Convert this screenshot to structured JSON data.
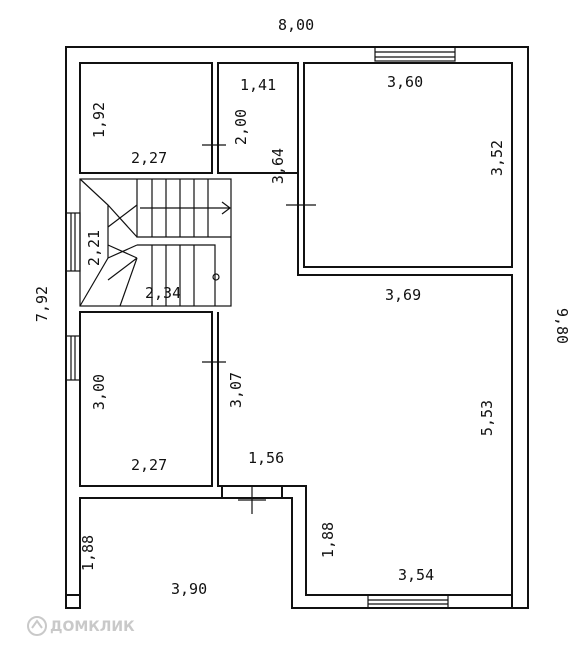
{
  "dimensions": {
    "overall_width": "8,00",
    "overall_height": "9,80",
    "left_height": "7,92",
    "room1_height": "1,92",
    "room1_width": "2,27",
    "bath_width": "1,41",
    "bath_height": "2,00",
    "corridor_height": "3,64",
    "bedroom_width": "3,60",
    "bedroom_height": "3,52",
    "stair_height": "2,21",
    "stair_width": "2,34",
    "hall_width": "3,69",
    "room2_height": "3,00",
    "room2_width": "2,27",
    "corridor_lower": "3,07",
    "hall_height": "5,53",
    "passage_width": "1,56",
    "lower_right_height": "1,88",
    "lower_right_width": "3,54",
    "terrace_height": "1,88",
    "terrace_width": "3,90"
  },
  "watermark": {
    "text": "ДОМКЛИК"
  }
}
